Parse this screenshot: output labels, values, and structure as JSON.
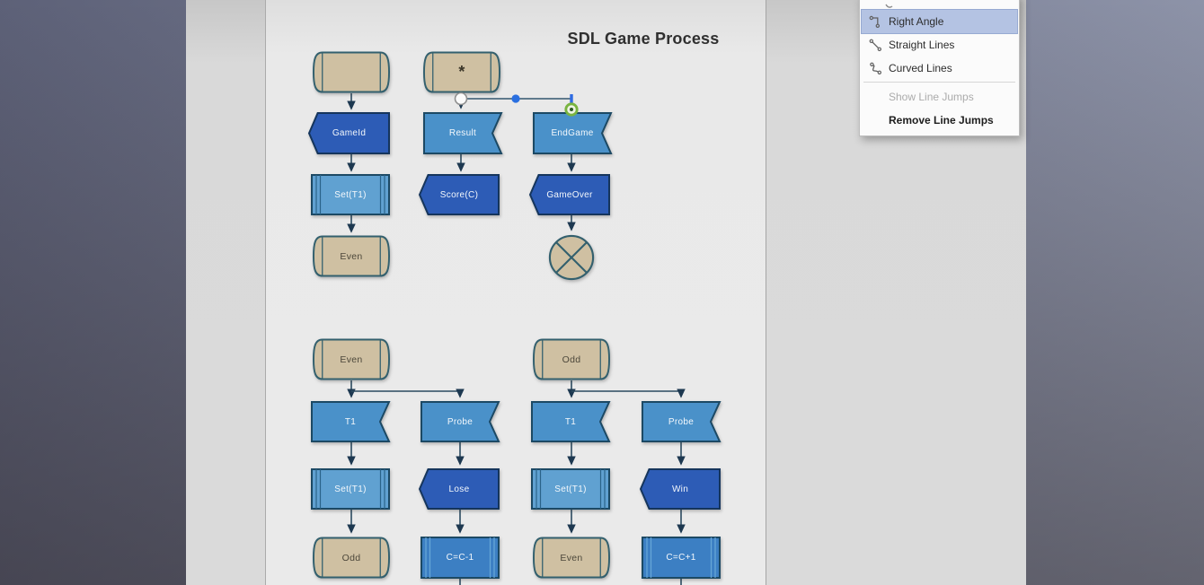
{
  "title": "SDL Game Process",
  "context_menu": {
    "items": [
      {
        "label": "Right Angle",
        "icon": "right-angle-icon",
        "state": "selected"
      },
      {
        "label": "Straight Lines",
        "icon": "straight-lines-icon",
        "state": "normal"
      },
      {
        "label": "Curved Lines",
        "icon": "curved-lines-icon",
        "state": "normal"
      },
      {
        "label": "Show Line Jumps",
        "icon": "",
        "state": "disabled"
      },
      {
        "label": "Remove Line Jumps",
        "icon": "",
        "state": "normal"
      }
    ]
  },
  "diagram": {
    "nodes": {
      "start_blank": {
        "label": "",
        "type": "state"
      },
      "start_star": {
        "label": "*",
        "type": "state"
      },
      "gameid": {
        "label": "GameId",
        "type": "signal-out"
      },
      "result": {
        "label": "Result",
        "type": "signal-in"
      },
      "endgame": {
        "label": "EndGame",
        "type": "signal-in"
      },
      "set_t1_a": {
        "label": "Set(T1)",
        "type": "task"
      },
      "score": {
        "label": "Score(C)",
        "type": "signal-out"
      },
      "gameover": {
        "label": "GameOver",
        "type": "signal-out"
      },
      "even_a": {
        "label": "Even",
        "type": "state"
      },
      "stop": {
        "label": "",
        "type": "stop"
      },
      "even_b": {
        "label": "Even",
        "type": "state"
      },
      "t1_a": {
        "label": "T1",
        "type": "signal-in"
      },
      "probe_a": {
        "label": "Probe",
        "type": "signal-in"
      },
      "set_t1_b": {
        "label": "Set(T1)",
        "type": "task"
      },
      "lose": {
        "label": "Lose",
        "type": "signal-out"
      },
      "odd_c": {
        "label": "Odd",
        "type": "state"
      },
      "c_minus": {
        "label": "C=C-1",
        "type": "task"
      },
      "odd_b": {
        "label": "Odd",
        "type": "state"
      },
      "t1_b": {
        "label": "T1",
        "type": "signal-in"
      },
      "probe_b": {
        "label": "Probe",
        "type": "signal-in"
      },
      "set_t1_c": {
        "label": "Set(T1)",
        "type": "task"
      },
      "win": {
        "label": "Win",
        "type": "signal-out"
      },
      "even_c": {
        "label": "Even",
        "type": "state"
      },
      "c_plus": {
        "label": "C=C+1",
        "type": "task"
      }
    },
    "edges": [
      "start_blank->gameid",
      "gameid->set_t1_a",
      "set_t1_a->even_a",
      "start_star->result",
      "start_star->endgame(selected)",
      "result->score",
      "endgame->gameover",
      "gameover->stop",
      "even_b->t1_a",
      "even_b->probe_a",
      "t1_a->set_t1_b",
      "set_t1_b->odd_c",
      "probe_a->lose",
      "lose->c_minus",
      "odd_b->t1_b",
      "odd_b->probe_b",
      "t1_b->set_t1_c",
      "set_t1_c->even_c",
      "probe_b->win",
      "win->c_plus"
    ]
  },
  "colors": {
    "state_fill": "#cfc0a2",
    "signal_in_fill": "#4a91c9",
    "signal_out_fill": "#2d5cb6",
    "task_fill": "#60a1d1",
    "counter_task_fill": "#3c7fc3",
    "shape_border": "#1c4964",
    "connector": "#2b4a60",
    "menu_selection": "#b4c3e3",
    "handle_blue": "#2a6fe0",
    "handle_green": "#79b440"
  }
}
